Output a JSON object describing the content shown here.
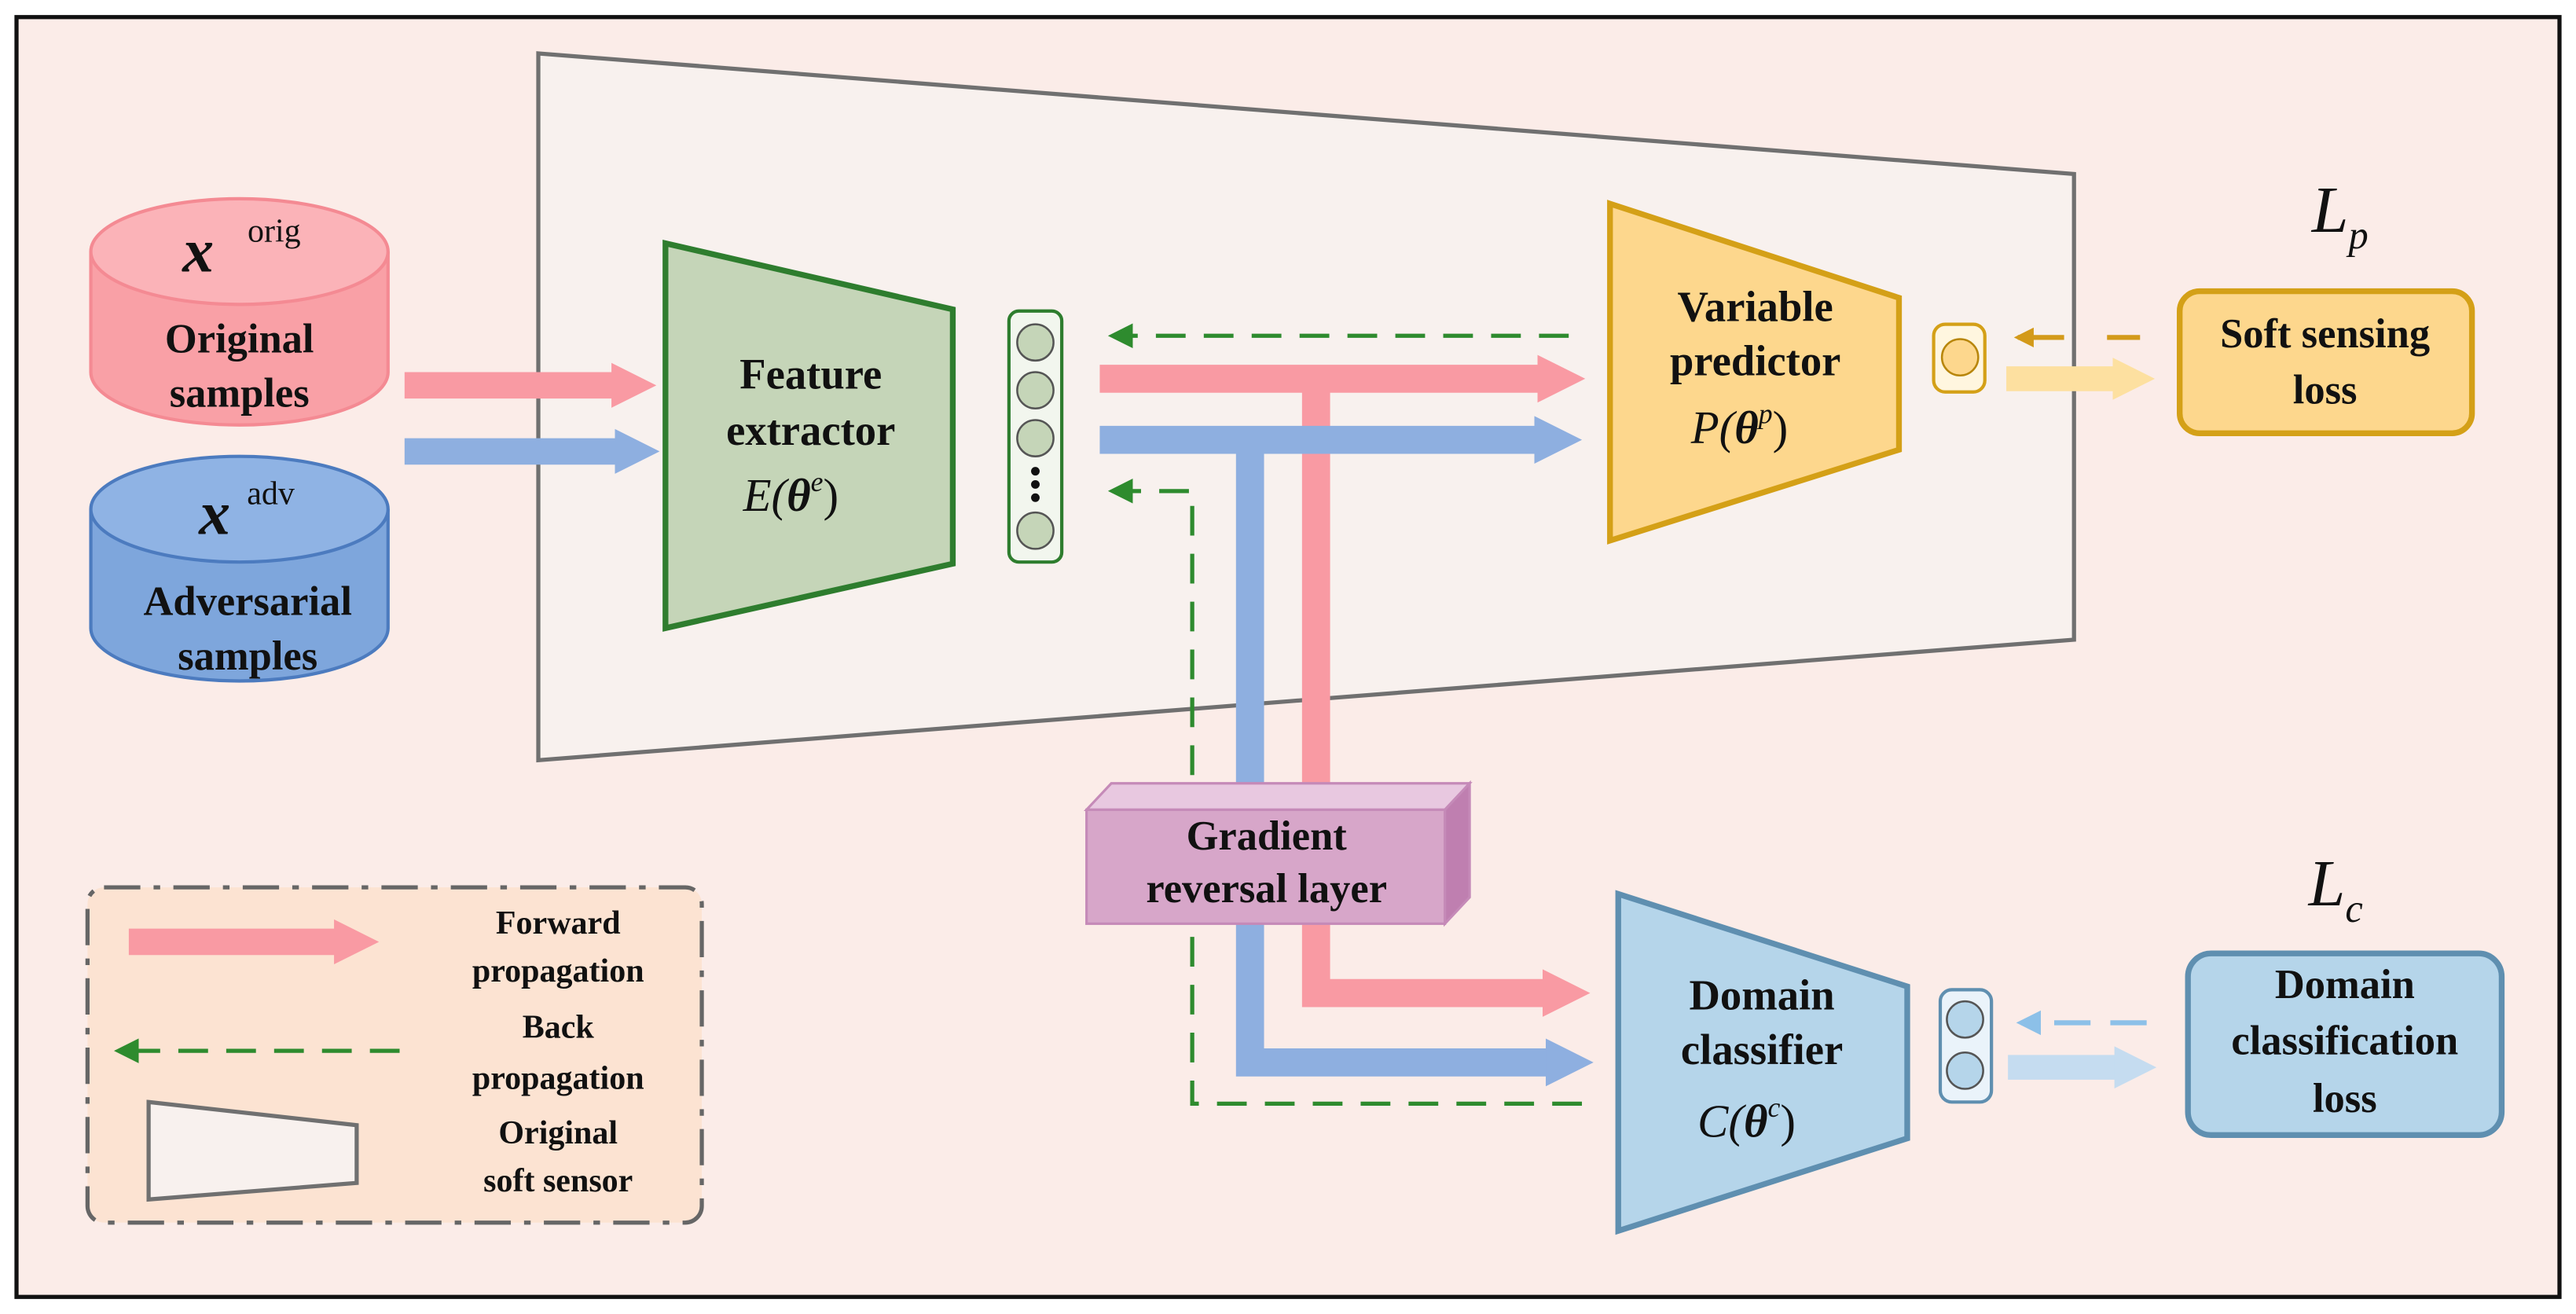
{
  "inputs": {
    "orig_symbol": "x",
    "orig_sup": "orig",
    "orig_line1": "Original",
    "orig_line2": "samples",
    "adv_symbol": "x",
    "adv_sup": "adv",
    "adv_line1": "Adversarial",
    "adv_line2": "samples"
  },
  "feature_extractor": {
    "line1": "Feature",
    "line2": "extractor",
    "fn": "E(",
    "theta": "θ",
    "sup": "e",
    "close": ")"
  },
  "variable_predictor": {
    "line1": "Variable",
    "line2": "predictor",
    "fn": "P(",
    "theta": "θ",
    "sup": "p",
    "close": ")"
  },
  "domain_classifier": {
    "line1": "Domain",
    "line2": "classifier",
    "fn": "C(",
    "theta": "θ",
    "sup": "c",
    "close": ")"
  },
  "grl": {
    "line1": "Gradient",
    "line2": "reversal layer"
  },
  "losses": {
    "soft_line1": "Soft sensing",
    "soft_line2": "loss",
    "soft_symbol": "L",
    "soft_sub": "p",
    "domain_line1": "Domain",
    "domain_line2": "classification",
    "domain_line3": "loss",
    "domain_symbol": "L",
    "domain_sub": "c"
  },
  "legend": {
    "forward_line1": "Forward",
    "forward_line2": "propagation",
    "back_line1": "Back",
    "back_line2": "propagation",
    "sensor_line1": "Original",
    "sensor_line2": "soft sensor"
  },
  "colors": {
    "background": "#fbece8",
    "forward_pink": "#f99aa3",
    "forward_blue": "#8eafe0",
    "back_green": "#2e8b2e",
    "extractor_fill": "#c5d5b8",
    "extractor_stroke": "#2e7d2e",
    "predictor_fill": "#fdd78d",
    "predictor_stroke": "#d4a017",
    "classifier_fill": "#b5d5ea",
    "classifier_stroke": "#5f8fb0",
    "grl_fill": "#d7a6c9",
    "legend_fill": "#fce3d2"
  }
}
